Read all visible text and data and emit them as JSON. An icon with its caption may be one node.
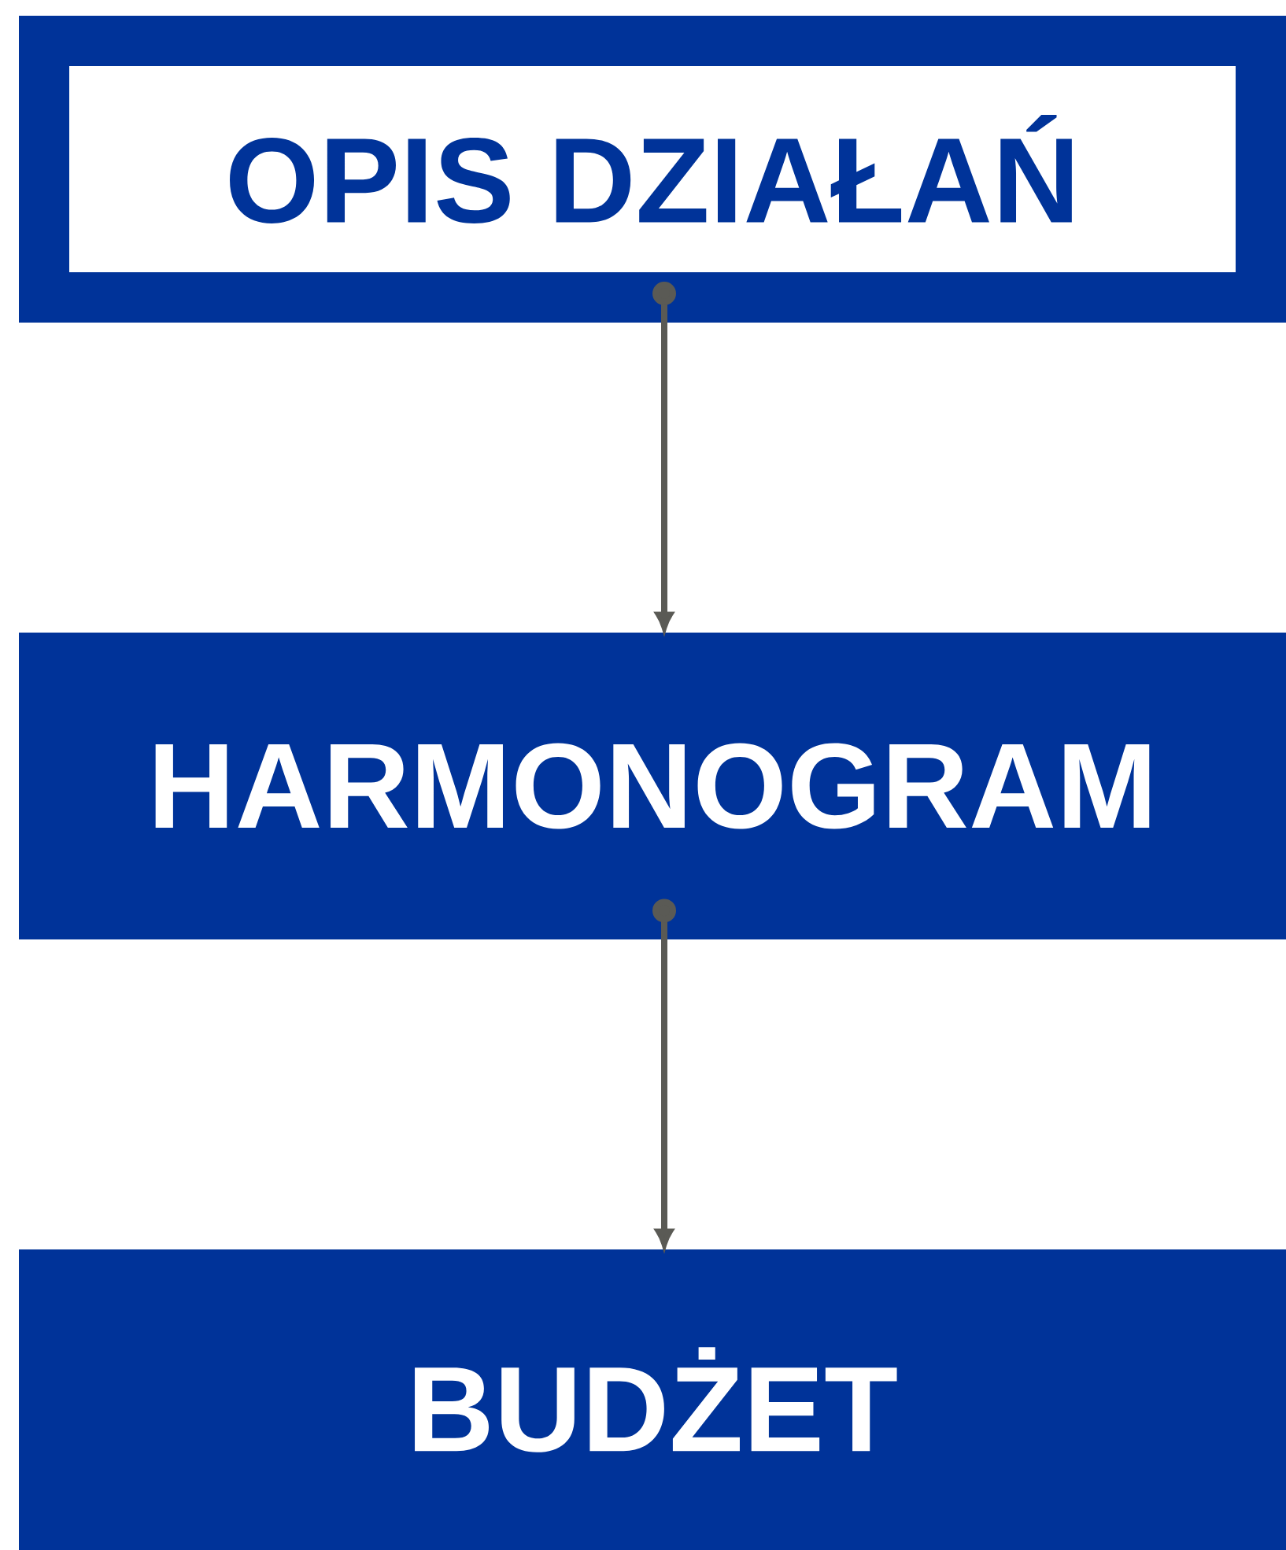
{
  "diagram": {
    "nodes": [
      {
        "text": [
          "OPIS DZIAŁAŃ"
        ]
      },
      {
        "text": [
          "HARMONOGRAM"
        ]
      },
      {
        "text": [
          "BUDŻET"
        ]
      }
    ],
    "edges": [
      {
        "from": 0,
        "to": 1,
        "arrow": "to"
      },
      {
        "from": 1,
        "to": 2,
        "arrow": "to"
      }
    ]
  }
}
